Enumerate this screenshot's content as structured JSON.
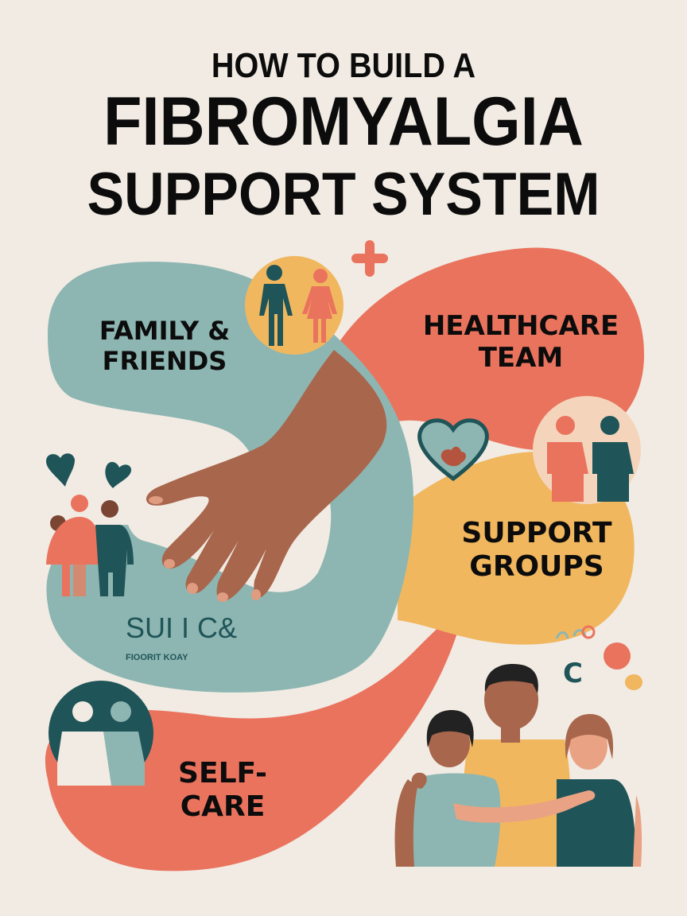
{
  "title": {
    "line1": "HOW TO BUILD A",
    "line2": "FIBROMYALGIA",
    "line3": "SUPPORT SYSTEM"
  },
  "sections": [
    {
      "id": "family",
      "line1": "FAMILY &",
      "line2": "FRIENDS",
      "color": "#8db6b2"
    },
    {
      "id": "healthcare",
      "line1": "HEALTHCARE",
      "line2": "TEAM",
      "color": "#ea735e"
    },
    {
      "id": "support",
      "line1": "SUPPORT",
      "line2": "GROUPS",
      "color": "#f1b75f"
    },
    {
      "id": "selfcare",
      "line1": "SELF-",
      "line2": "CARE",
      "color": "#ea735e"
    }
  ],
  "decor_text": {
    "garbled_main": "SUI I C&",
    "garbled_sub": "FIOORIT KOAY"
  },
  "colors": {
    "background": "#f1ebe3",
    "teal_light": "#8db6b2",
    "teal_dark": "#1f5458",
    "coral": "#ea735e",
    "mustard": "#f1b75f",
    "skin": "#a8664c",
    "peach": "#f4d5bb"
  }
}
